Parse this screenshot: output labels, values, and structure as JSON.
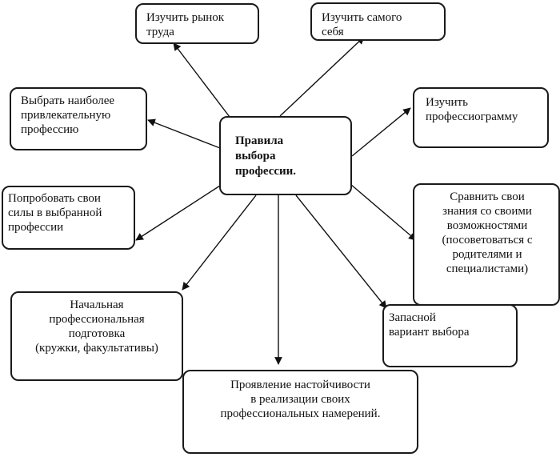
{
  "diagram": {
    "center": "Правила\n выбора\nпрофессии.",
    "nodes": {
      "job_market": "Изучить рынок\n труда",
      "self": "Изучить самого\n себя",
      "most_attractive": "Выбрать наиболее\nпривлекательную\nпрофессию",
      "professiogram": "Изучить\nпрофессиограмму",
      "try_strength": "Попробовать свои\nсилы в выбранной\nпрофессии",
      "compare": "Сравнить свои\nзнания со своими\nвозможностями\n(посоветоваться с\nродителями и\nспециалистами)",
      "initial_training": "Начальная\nпрофессиональная\nподготовка\n(кружки, факультативы)",
      "backup": "Запасной\nвариант выбора",
      "persistence": "Проявление настойчивости\nв реализации своих\nпрофессиональных намерений."
    }
  }
}
